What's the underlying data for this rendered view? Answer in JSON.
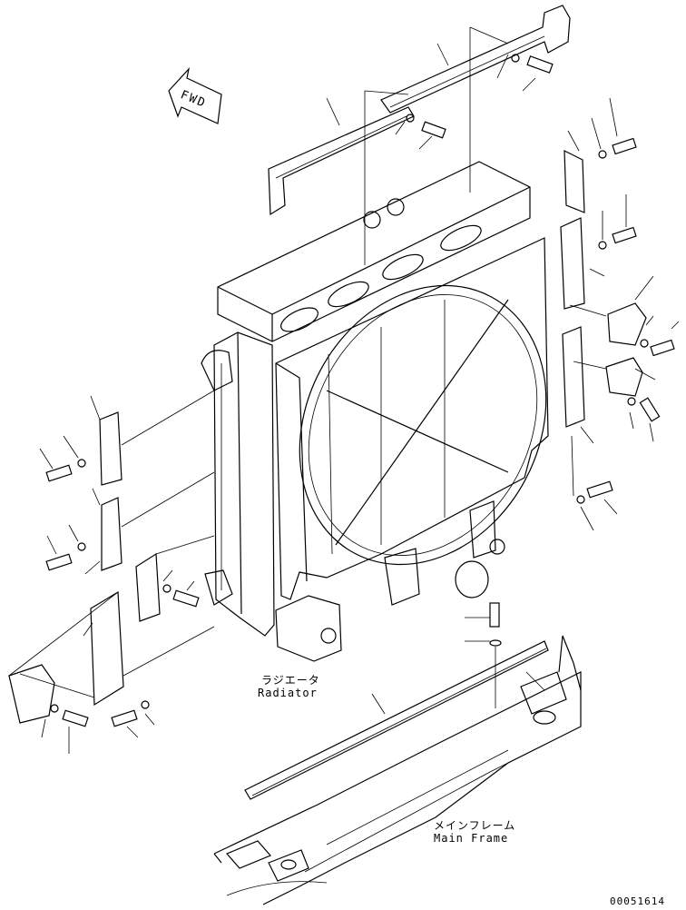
{
  "fwd_marker": "FWD",
  "labels": {
    "radiator_jp": "ラジエータ",
    "radiator_en": "Radiator",
    "main_frame_jp": "メインフレーム",
    "main_frame_en": "Main Frame"
  },
  "drawing_number": "00051614"
}
